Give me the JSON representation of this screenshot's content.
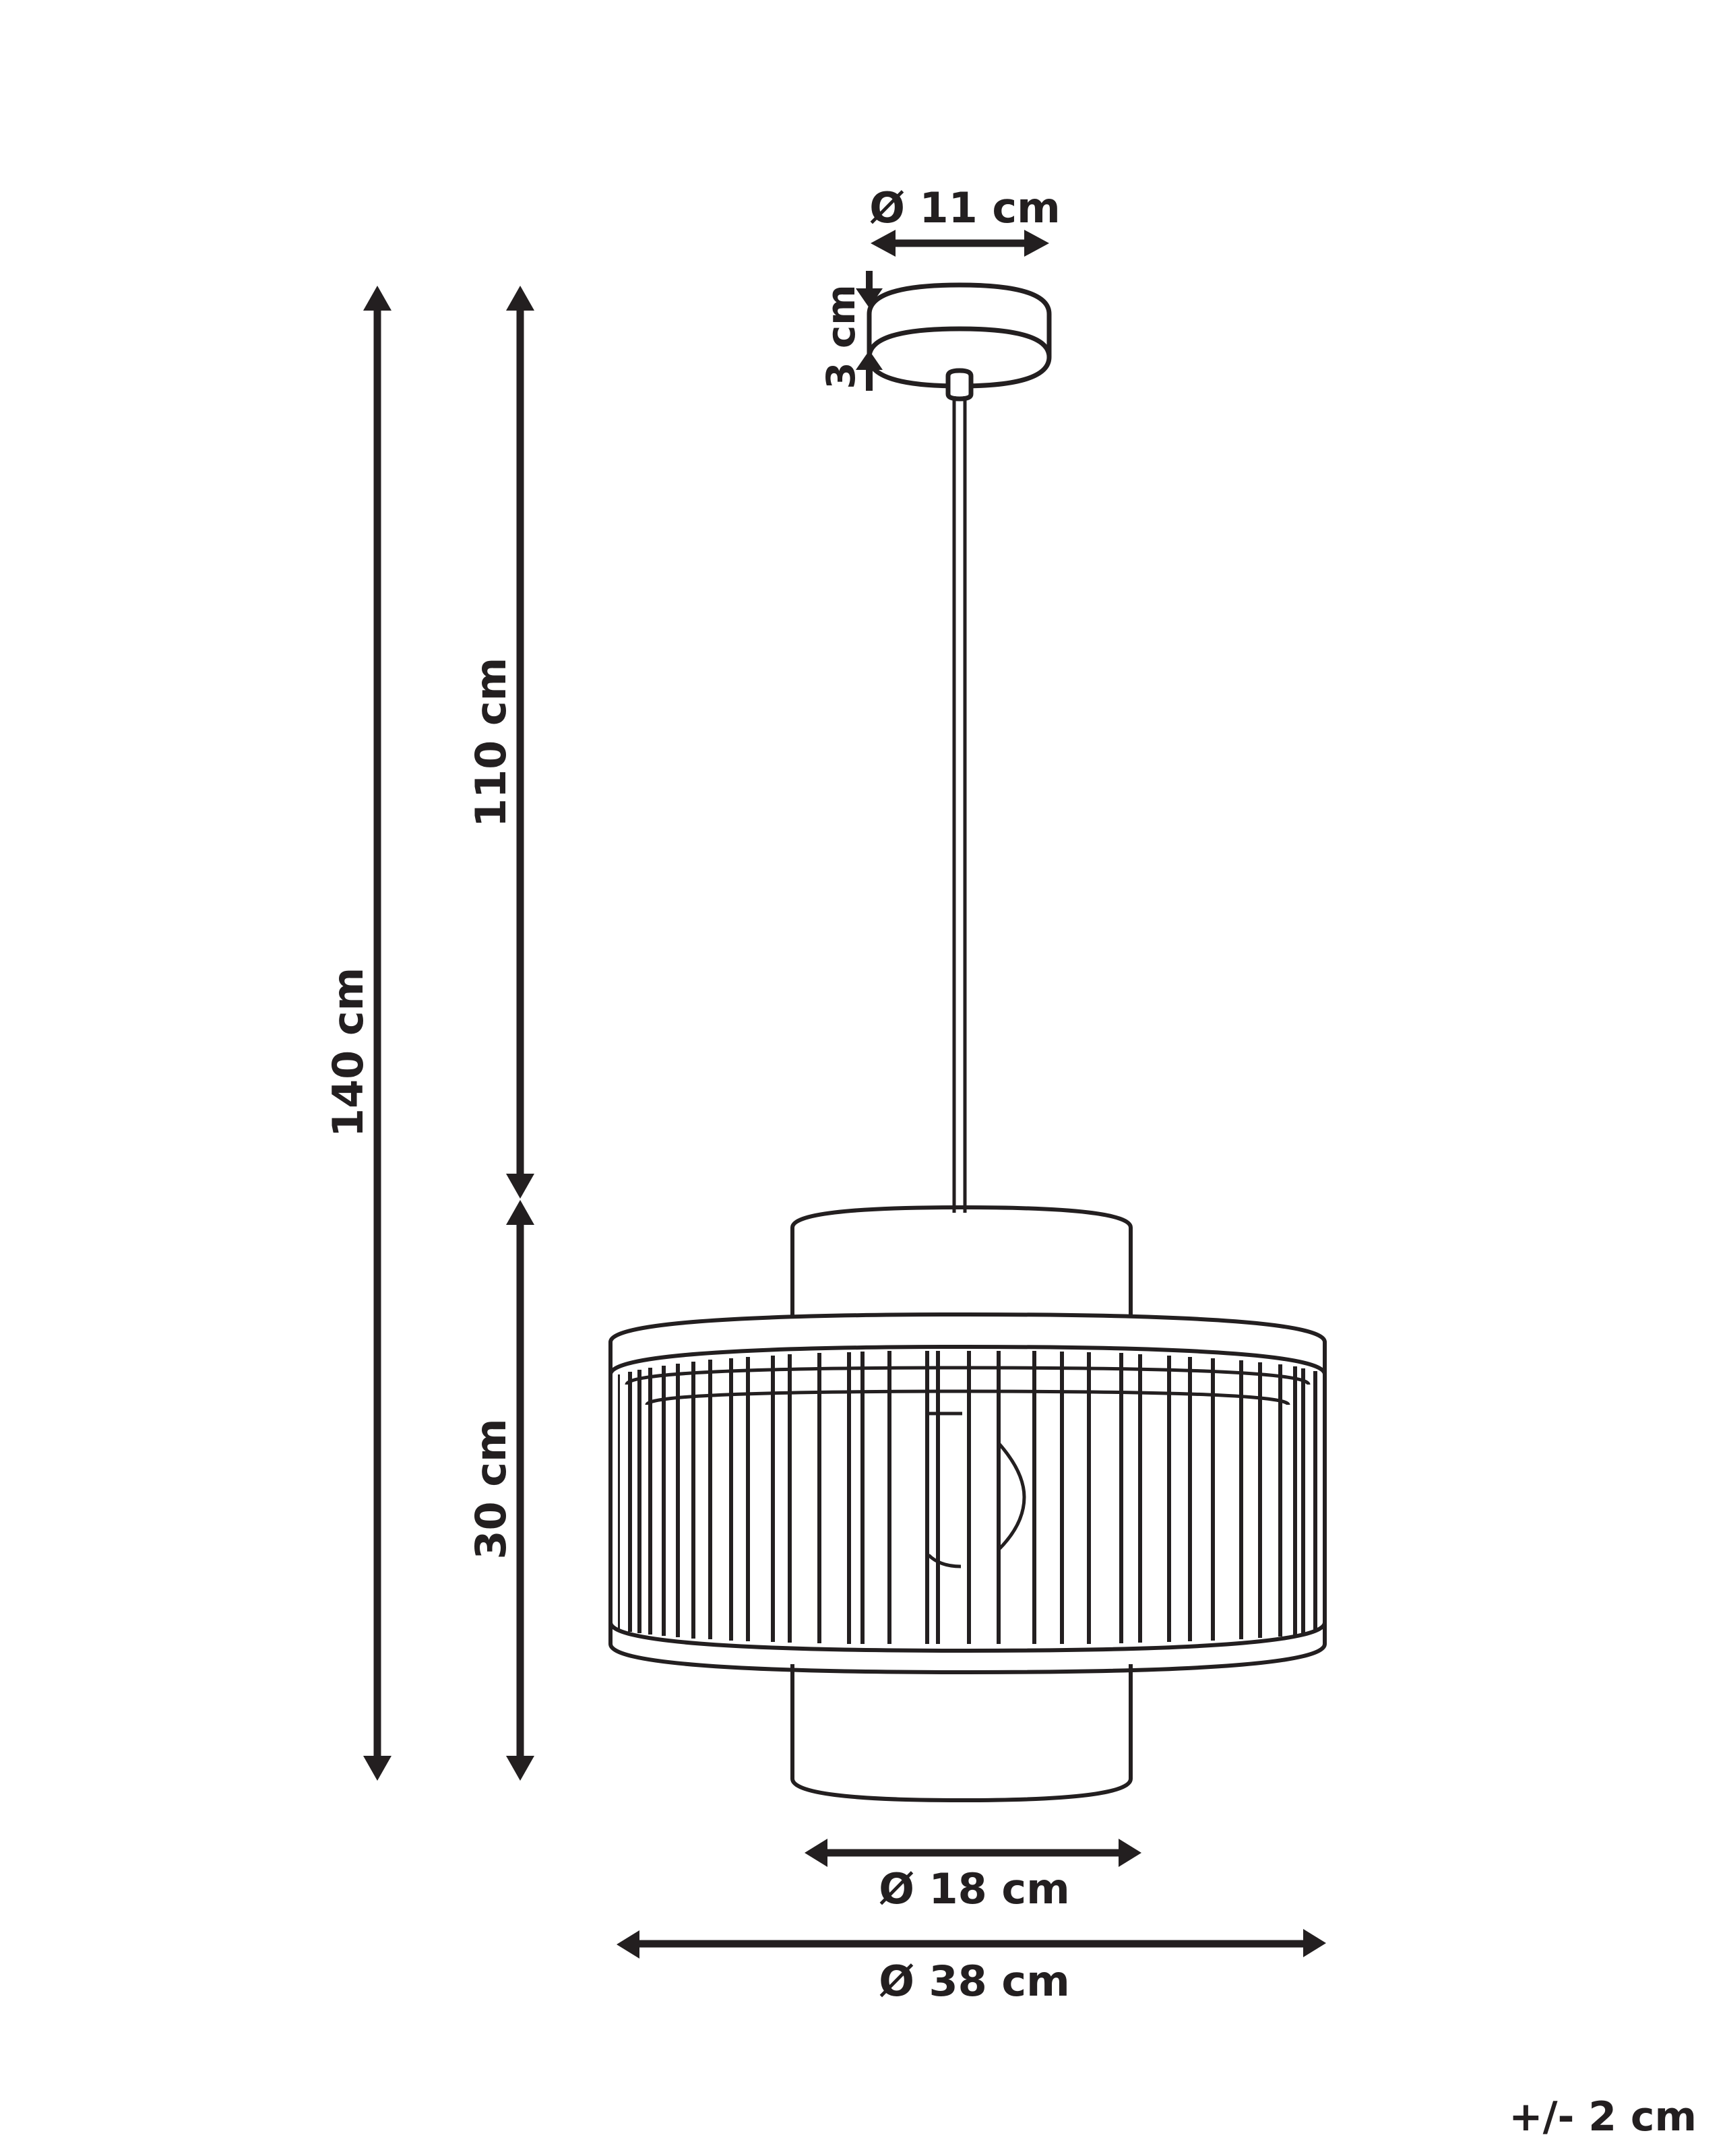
{
  "diagram": {
    "type": "product-dimension-drawing",
    "subject": "pendant lamp",
    "line_color": "#231f20",
    "background": "#ffffff"
  },
  "dimensions": {
    "canopy_diameter": {
      "label": "Ø 11 cm",
      "value": 11,
      "unit": "cm"
    },
    "canopy_height": {
      "label": "3 cm",
      "value": 3,
      "unit": "cm"
    },
    "total_height": {
      "label": "140 cm",
      "value": 140,
      "unit": "cm"
    },
    "cord_length": {
      "label": "110 cm",
      "value": 110,
      "unit": "cm"
    },
    "shade_height": {
      "label": "30 cm",
      "value": 30,
      "unit": "cm"
    },
    "inner_diameter": {
      "label": "Ø 18 cm",
      "value": 18,
      "unit": "cm"
    },
    "outer_diameter": {
      "label": "Ø 38 cm",
      "value": 38,
      "unit": "cm"
    }
  },
  "tolerance": {
    "label": "+/- 2 cm"
  }
}
